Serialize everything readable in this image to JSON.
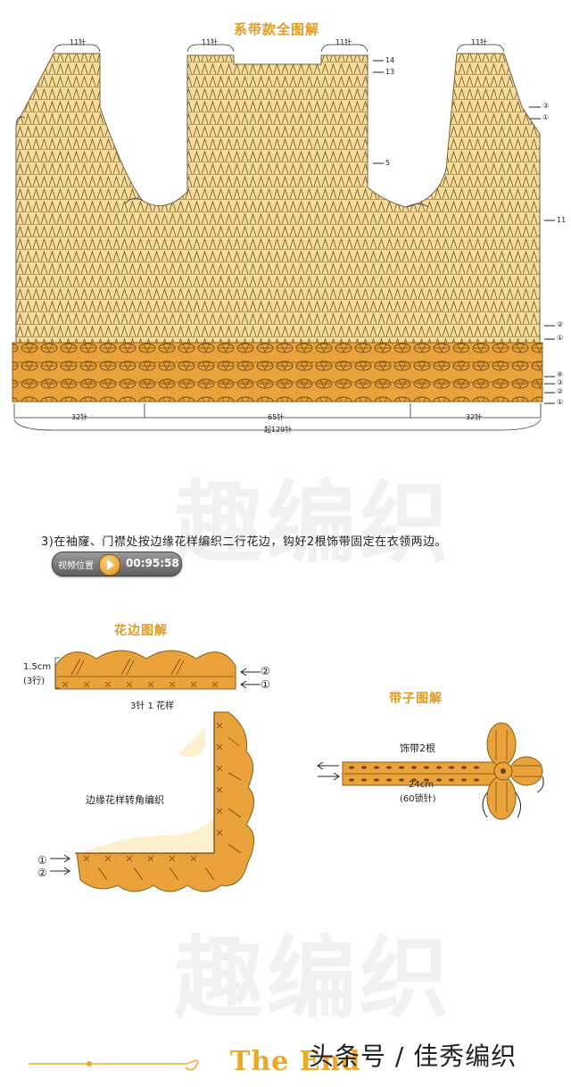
{
  "diagram_main": {
    "title": "系带款全图解",
    "top_counts": [
      "11针",
      "11针",
      "11针",
      "11针"
    ],
    "row_marks_center": [
      "14",
      "13",
      "5"
    ],
    "row_marks_right": [
      "③",
      "①",
      "11",
      "②",
      "①",
      "④",
      "③",
      "②",
      "①"
    ],
    "bottom_counts": [
      "32针",
      "65针",
      "32针"
    ],
    "start_count": "起129针"
  },
  "instruction": {
    "text": "3)在袖窿、门襟处按边缘花样编织二行花边，钩好2根饰带固定在衣领两边。",
    "video_label": "视频位置",
    "video_time": "00:95:58"
  },
  "edging": {
    "title": "花边图解",
    "height_label": "1.5cm",
    "rows_label": "(3行)",
    "row_markers": [
      "②",
      "①"
    ],
    "repeat_label": "3针 1 花样"
  },
  "corner": {
    "label": "边缘花样转角编织",
    "row_markers": [
      "①",
      "②"
    ]
  },
  "tie": {
    "title": "带子图解",
    "count_label": "饰带2根",
    "length_label": "24cm",
    "chain_label": "(60锁针)"
  },
  "footer": {
    "end_text": "The End",
    "credit": "头条号 / 佳秀编织"
  },
  "watermarks": [
    "趣编织",
    "趣编织"
  ],
  "colors": {
    "body_fill": "#f6dc98",
    "border_fill": "#e9a33a",
    "accent": "#e09a1e"
  }
}
